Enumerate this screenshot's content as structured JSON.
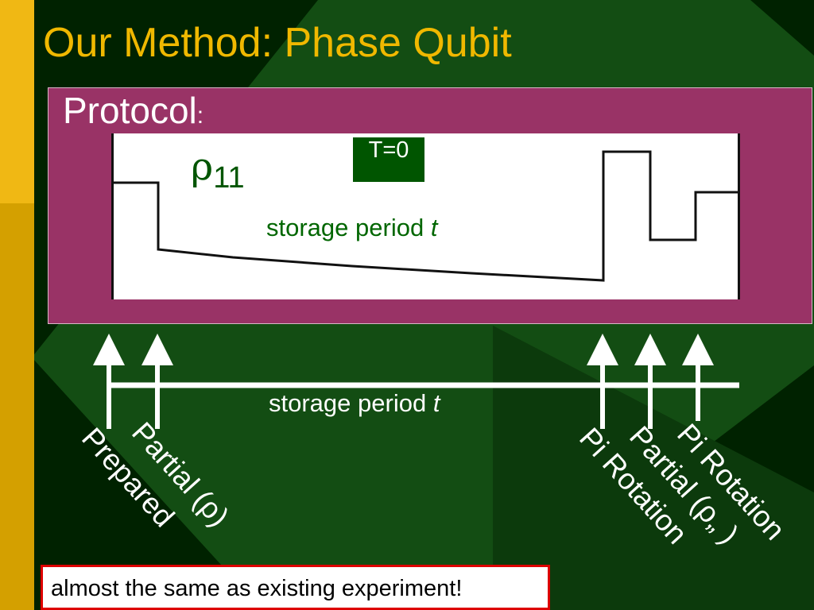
{
  "slide": {
    "title": "Our Method: Phase Qubit",
    "colors": {
      "title": "#f0b800",
      "panel": "#993366",
      "dark_green": "#003300",
      "green": "#115511",
      "gold": "#d4a000",
      "trace_text": "#006600",
      "note_border": "#dd0000"
    }
  },
  "protocol_panel": {
    "heading": "Protocol",
    "heading_colon": ":",
    "rho_symbol": "ρ",
    "rho_subscript": "11",
    "t0_label": "T=0",
    "storage_label": "storage period ",
    "storage_var": "t"
  },
  "timeline": {
    "storage_label": "storage period ",
    "storage_var": "t",
    "arrow_icon": "up-arrow-icon",
    "labels": {
      "prepared": "Prepared",
      "partial_first": "Partial (ρ)",
      "pi_rotation_1": "Pi Rotation",
      "partial_second": "Partial (ρ„ )",
      "pi_rotation_2": "Pi Rotation"
    }
  },
  "note": {
    "text": "almost the same as existing experiment!"
  }
}
